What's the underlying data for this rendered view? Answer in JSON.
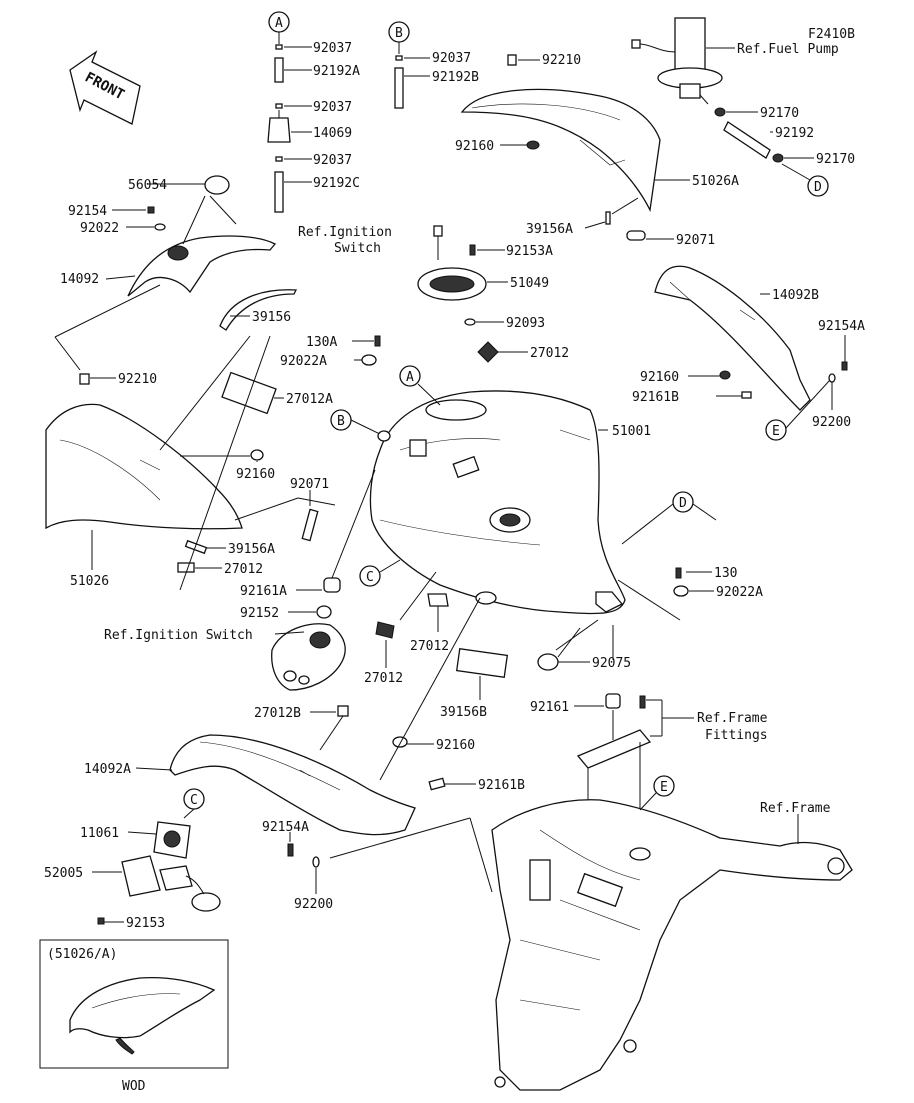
{
  "diagram_code": "F2410B",
  "front_arrow": "FRONT",
  "variant_box_label": "(51026/A)",
  "variant_footer": "WOD",
  "callouts": {
    "A": "A",
    "B": "B",
    "C": "C",
    "D": "D",
    "E": "E"
  },
  "refs": {
    "fuel_pump": "Ref.Fuel Pump",
    "ignition_switch_top_1": "Ref.Ignition",
    "ignition_switch_top_2": "Switch",
    "ignition_switch_left": "Ref.Ignition Switch",
    "frame_fittings_1": "Ref.Frame",
    "frame_fittings_2": "Fittings",
    "frame": "Ref.Frame"
  },
  "parts": {
    "p92037a": "92037",
    "p92192a": "92192A",
    "p92037b": "92037",
    "p14069": "14069",
    "p92037c": "92037",
    "p92192c": "92192C",
    "p92037d": "92037",
    "p92192b": "92192B",
    "p92210a": "92210",
    "p92160a": "92160",
    "p51026a": "51026A",
    "p92170a": "92170",
    "p92192": "92192",
    "p92170b": "92170",
    "p39156a_top": "39156A",
    "p92071a": "92071",
    "p56054": "56054",
    "p92154": "92154",
    "p92022": "92022",
    "p14092": "14092",
    "p39156": "39156",
    "p92153a": "92153A",
    "p51049": "51049",
    "p92093": "92093",
    "p14092b": "14092B",
    "p92154a_r": "92154A",
    "p130a": "130A",
    "p92022a_l": "92022A",
    "p27012_top": "27012",
    "p92210b": "92210",
    "p27012a": "27012A",
    "p51001": "51001",
    "p92160b": "92160",
    "p92161b_r": "92161B",
    "p92200_r": "92200",
    "p92071b": "92071",
    "p92160c": "92160",
    "p39156a_mid": "39156A",
    "p27012_l": "27012",
    "p51026": "51026",
    "p130": "130",
    "p92022a_r": "92022A",
    "p92161a": "92161A",
    "p92152": "92152",
    "p27012_mid": "27012",
    "p27012_bot": "27012",
    "p92075": "92075",
    "p39156b": "39156B",
    "p92161": "92161",
    "p27012b": "27012B",
    "p92160d": "92160",
    "p14092a": "14092A",
    "p92161b_b": "92161B",
    "p11061": "11061",
    "p52005": "52005",
    "p92153": "92153",
    "p92154a_b": "92154A",
    "p92200_b": "92200"
  }
}
